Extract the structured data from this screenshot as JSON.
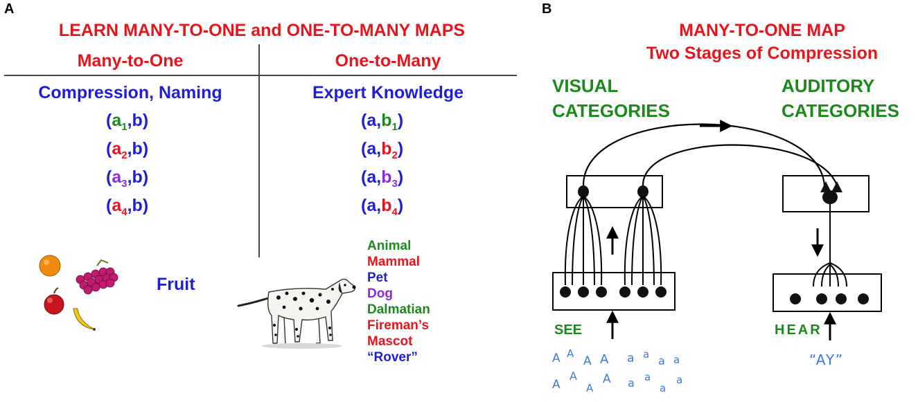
{
  "panelA": {
    "letter": "A",
    "title": "LEARN MANY-TO-ONE and ONE-TO-MANY MAPS",
    "left_header": "Many-to-One",
    "right_header": "One-to-Many",
    "left_sub": "Compression, Naming",
    "right_sub": "Expert Knowledge",
    "pair_a": "a",
    "pair_b": "b",
    "indices": [
      "1",
      "2",
      "3",
      "4"
    ],
    "fruit_label": "Fruit",
    "dog_words": [
      "Animal",
      "Mammal",
      "Pet",
      "Dog",
      "Dalmatian",
      "Fireman’s",
      "Mascot",
      "“Rover”"
    ],
    "colors": {
      "red": "#e8141c",
      "blue": "#1f1fd6",
      "green": "#1a8a1a",
      "purple": "#8a2be2",
      "index_colors": [
        "#1a8a1a",
        "#e8141c",
        "#8a2be2",
        "#e8141c"
      ],
      "dog_word_colors": [
        "#1a8a1a",
        "#e8141c",
        "#1f1fd6",
        "#8a2be2",
        "#1a8a1a",
        "#e8141c",
        "#e8141c",
        "#1f1fd6"
      ]
    }
  },
  "panelB": {
    "letter": "B",
    "title_line1": "MANY-TO-ONE MAP",
    "title_line2": "Two Stages of Compression",
    "visual_line1": "VISUAL",
    "visual_line2": "CATEGORIES",
    "auditory_line1": "AUDITORY",
    "auditory_line2": "CATEGORIES",
    "see_label": "SEE",
    "hear_label": "HEAR",
    "hear_sound": "“AY”",
    "upper_letters_row1": [
      "A",
      "A",
      "A",
      "A"
    ],
    "lower_letters_row1": [
      "a",
      "a",
      "a",
      "a"
    ],
    "upper_letters_row2": [
      "A",
      "A",
      "A",
      "A"
    ],
    "lower_letters_row2": [
      "a",
      "a",
      "a",
      "a"
    ]
  }
}
